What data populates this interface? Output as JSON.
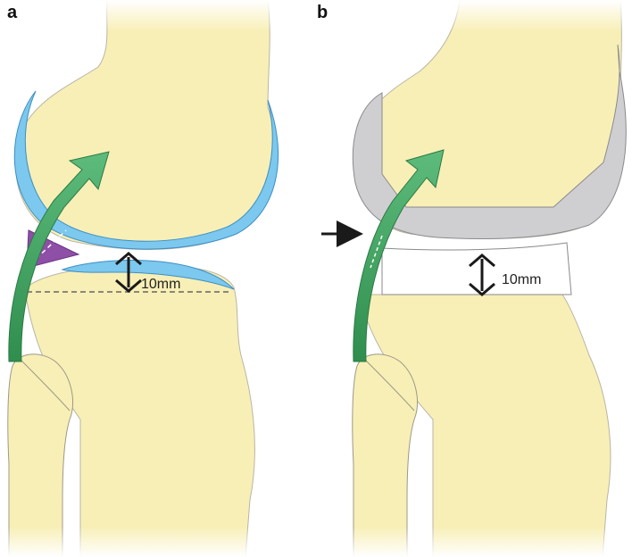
{
  "panels": [
    {
      "label": "a",
      "gap_label": "10mm"
    },
    {
      "label": "b",
      "gap_label": "10mm"
    }
  ],
  "colors": {
    "bone": "#f8efb6",
    "bone_outline": "#b9b5a6",
    "cartilage": "#7cc8ee",
    "cartilage_outline": "#3d8fc4",
    "meniscus": "#8e4fa7",
    "implant_femoral": "#cfcfd2",
    "implant_outline": "#8a8a8e",
    "implant_tibial": "#ffffff",
    "tendon_arrow": "#3f9e5f",
    "measure_arrow": "#1a1a1a"
  }
}
